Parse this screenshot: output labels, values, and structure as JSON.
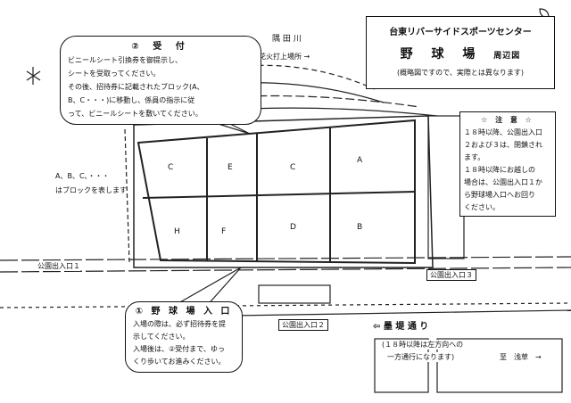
{
  "title_box": {
    "facility": "台東リバーサイドスポーツセンター",
    "main_title": "野 球 場",
    "sub_title": "周辺図",
    "disclaimer": "(概略図ですので、実際とは異なります)"
  },
  "river": {
    "name": "隅 田 川",
    "fireworks": "花火打上場所 →"
  },
  "reception": {
    "heading": "② 受 付",
    "lines": [
      "ビニールシート引換券を御提示し、",
      "シートを受取ってください。",
      "その後、招待券に記載されたブロック(A、",
      "B、C・・・)に移動し、係員の指示に従",
      "って、ビニールシートを敷いてください。"
    ]
  },
  "entrance": {
    "heading": "① 野 球 場 入 口",
    "lines": [
      "入場の際は、必ず招待券を提",
      "示してください。",
      "入場後は、②受付まで、ゆっ",
      "くり歩いてお進みください。"
    ]
  },
  "notice": {
    "heading": "☆ 注 意 ☆",
    "lines": [
      "１８時以降、公園出入口",
      "２および３は、閉鎖され",
      "ます。",
      "１８時以降にお越しの",
      "場合は、公園出入口１か",
      "ら野球場入口へお回り",
      "ください。"
    ]
  },
  "legend": {
    "line1": "A、B、C、・・・",
    "line2": "はブロックを表します"
  },
  "gates": {
    "gate1": "公園出入口１",
    "gate2": "公園出入口２",
    "gate3": "公園出入口３"
  },
  "road": {
    "name": "⇦ 墨 堤 通 り",
    "note1": "(１８時以降は左方向への",
    "note2": "一方通行になります)",
    "asakusa": "至　浅草　→"
  },
  "blocks": {
    "top": [
      "C",
      "E",
      "C",
      "A"
    ],
    "bottom": [
      "H",
      "F",
      "D",
      "B"
    ]
  }
}
